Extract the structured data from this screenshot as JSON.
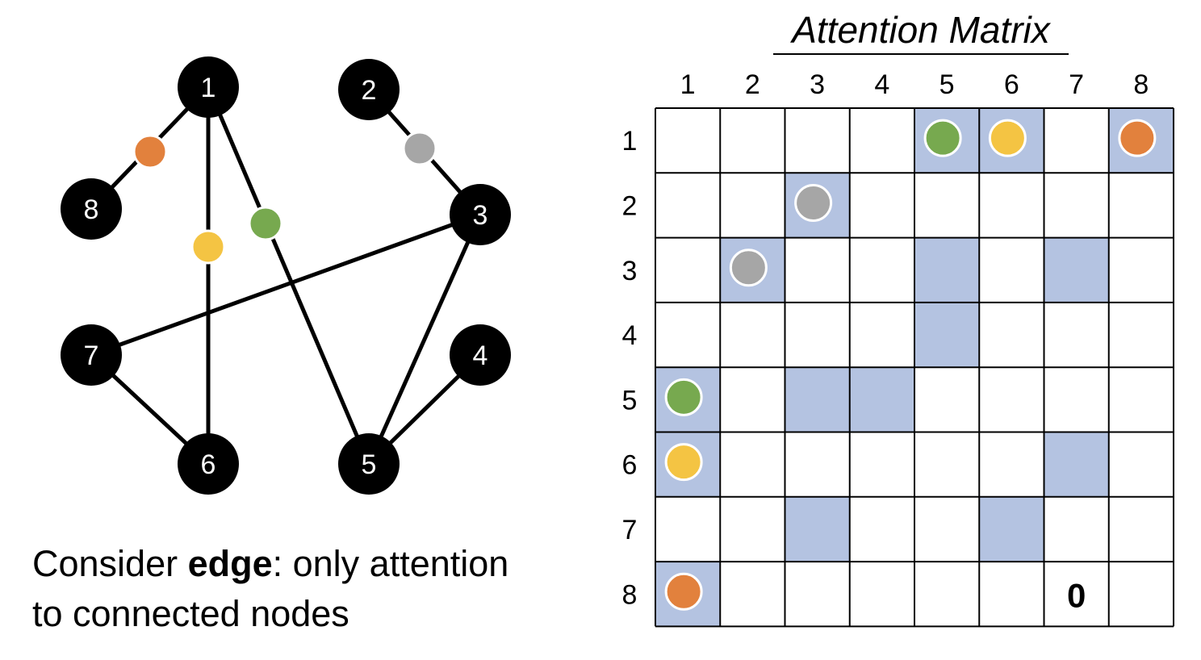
{
  "caption": {
    "prefix": "Consider ",
    "bold": "edge",
    "rest_line1": ": only attention",
    "line2": "to connected nodes"
  },
  "matrix": {
    "title": "Attention Matrix",
    "size": 8,
    "column_labels": [
      "1",
      "2",
      "3",
      "4",
      "5",
      "6",
      "7",
      "8"
    ],
    "row_labels": [
      "1",
      "2",
      "3",
      "4",
      "5",
      "6",
      "7",
      "8"
    ],
    "zero_label": "0",
    "zero_cell": [
      8,
      7
    ],
    "connected_cells": [
      [
        1,
        5
      ],
      [
        1,
        6
      ],
      [
        1,
        8
      ],
      [
        2,
        3
      ],
      [
        3,
        2
      ],
      [
        3,
        5
      ],
      [
        3,
        7
      ],
      [
        4,
        5
      ],
      [
        5,
        1
      ],
      [
        5,
        3
      ],
      [
        5,
        4
      ],
      [
        6,
        1
      ],
      [
        6,
        7
      ],
      [
        7,
        3
      ],
      [
        7,
        6
      ],
      [
        8,
        1
      ]
    ],
    "marked_cells": [
      {
        "row": 1,
        "col": 5,
        "color": "green"
      },
      {
        "row": 1,
        "col": 6,
        "color": "yellow"
      },
      {
        "row": 1,
        "col": 8,
        "color": "orange"
      },
      {
        "row": 2,
        "col": 3,
        "color": "gray"
      },
      {
        "row": 3,
        "col": 2,
        "color": "gray"
      },
      {
        "row": 5,
        "col": 1,
        "color": "green"
      },
      {
        "row": 6,
        "col": 1,
        "color": "yellow"
      },
      {
        "row": 8,
        "col": 1,
        "color": "orange"
      }
    ]
  },
  "graph": {
    "nodes": [
      "1",
      "2",
      "3",
      "4",
      "5",
      "6",
      "7",
      "8"
    ],
    "edges": [
      {
        "from": "1",
        "to": "8",
        "marker": "orange"
      },
      {
        "from": "1",
        "to": "6",
        "marker": "yellow"
      },
      {
        "from": "1",
        "to": "5",
        "marker": "green"
      },
      {
        "from": "2",
        "to": "3",
        "marker": "gray"
      },
      {
        "from": "3",
        "to": "7",
        "marker": ""
      },
      {
        "from": "3",
        "to": "5",
        "marker": ""
      },
      {
        "from": "4",
        "to": "5",
        "marker": ""
      },
      {
        "from": "7",
        "to": "6",
        "marker": ""
      }
    ]
  },
  "colors": {
    "node": "#000000",
    "node_text": "#ffffff",
    "connected_cell": "#b4c3e1",
    "green": "#77a94f",
    "yellow": "#f4c443",
    "orange": "#e2813d",
    "gray": "#a6a6a6"
  }
}
